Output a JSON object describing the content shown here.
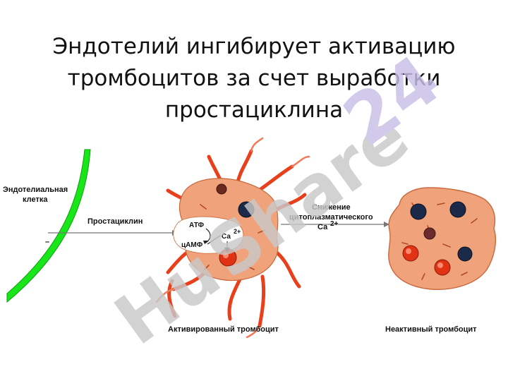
{
  "slide": {
    "title_lines": [
      "Эндотелий  ингибирует активацию",
      "тромбоцитов за счет выработки",
      "простациклина"
    ]
  },
  "diagram": {
    "endothelial_cell_label_line1": "Эндотелиальная",
    "endothelial_cell_label_line2": "клетка",
    "prostacyclin_label": "Простациклин",
    "atp_label": "АТФ",
    "camp_label": "цАМФ",
    "calcium_label": "Са",
    "calcium_charge": "2+",
    "reduction_label_line1": "Снижение",
    "reduction_label_line2": "цитоплазматического",
    "reduction_label_line3": "Са",
    "reduction_charge": "2+",
    "activated_platelet_label": "Активированный тромбоцит",
    "inactive_platelet_label": "Неактивный  тромбоцит",
    "dash_mark": "–"
  },
  "watermark": {
    "part1": "Hu",
    "part2": "Share",
    "part3": "24"
  },
  "colors": {
    "endothelium_green": "#19e619",
    "platelet_fill": "#f0a27a",
    "pseudopod_red": "#e8401c",
    "granule_dark": "#1c2a4a",
    "granule_red": "#e23214",
    "watermark_gray": "#c8c8c8",
    "watermark_lavender": "#c9bfe6"
  }
}
